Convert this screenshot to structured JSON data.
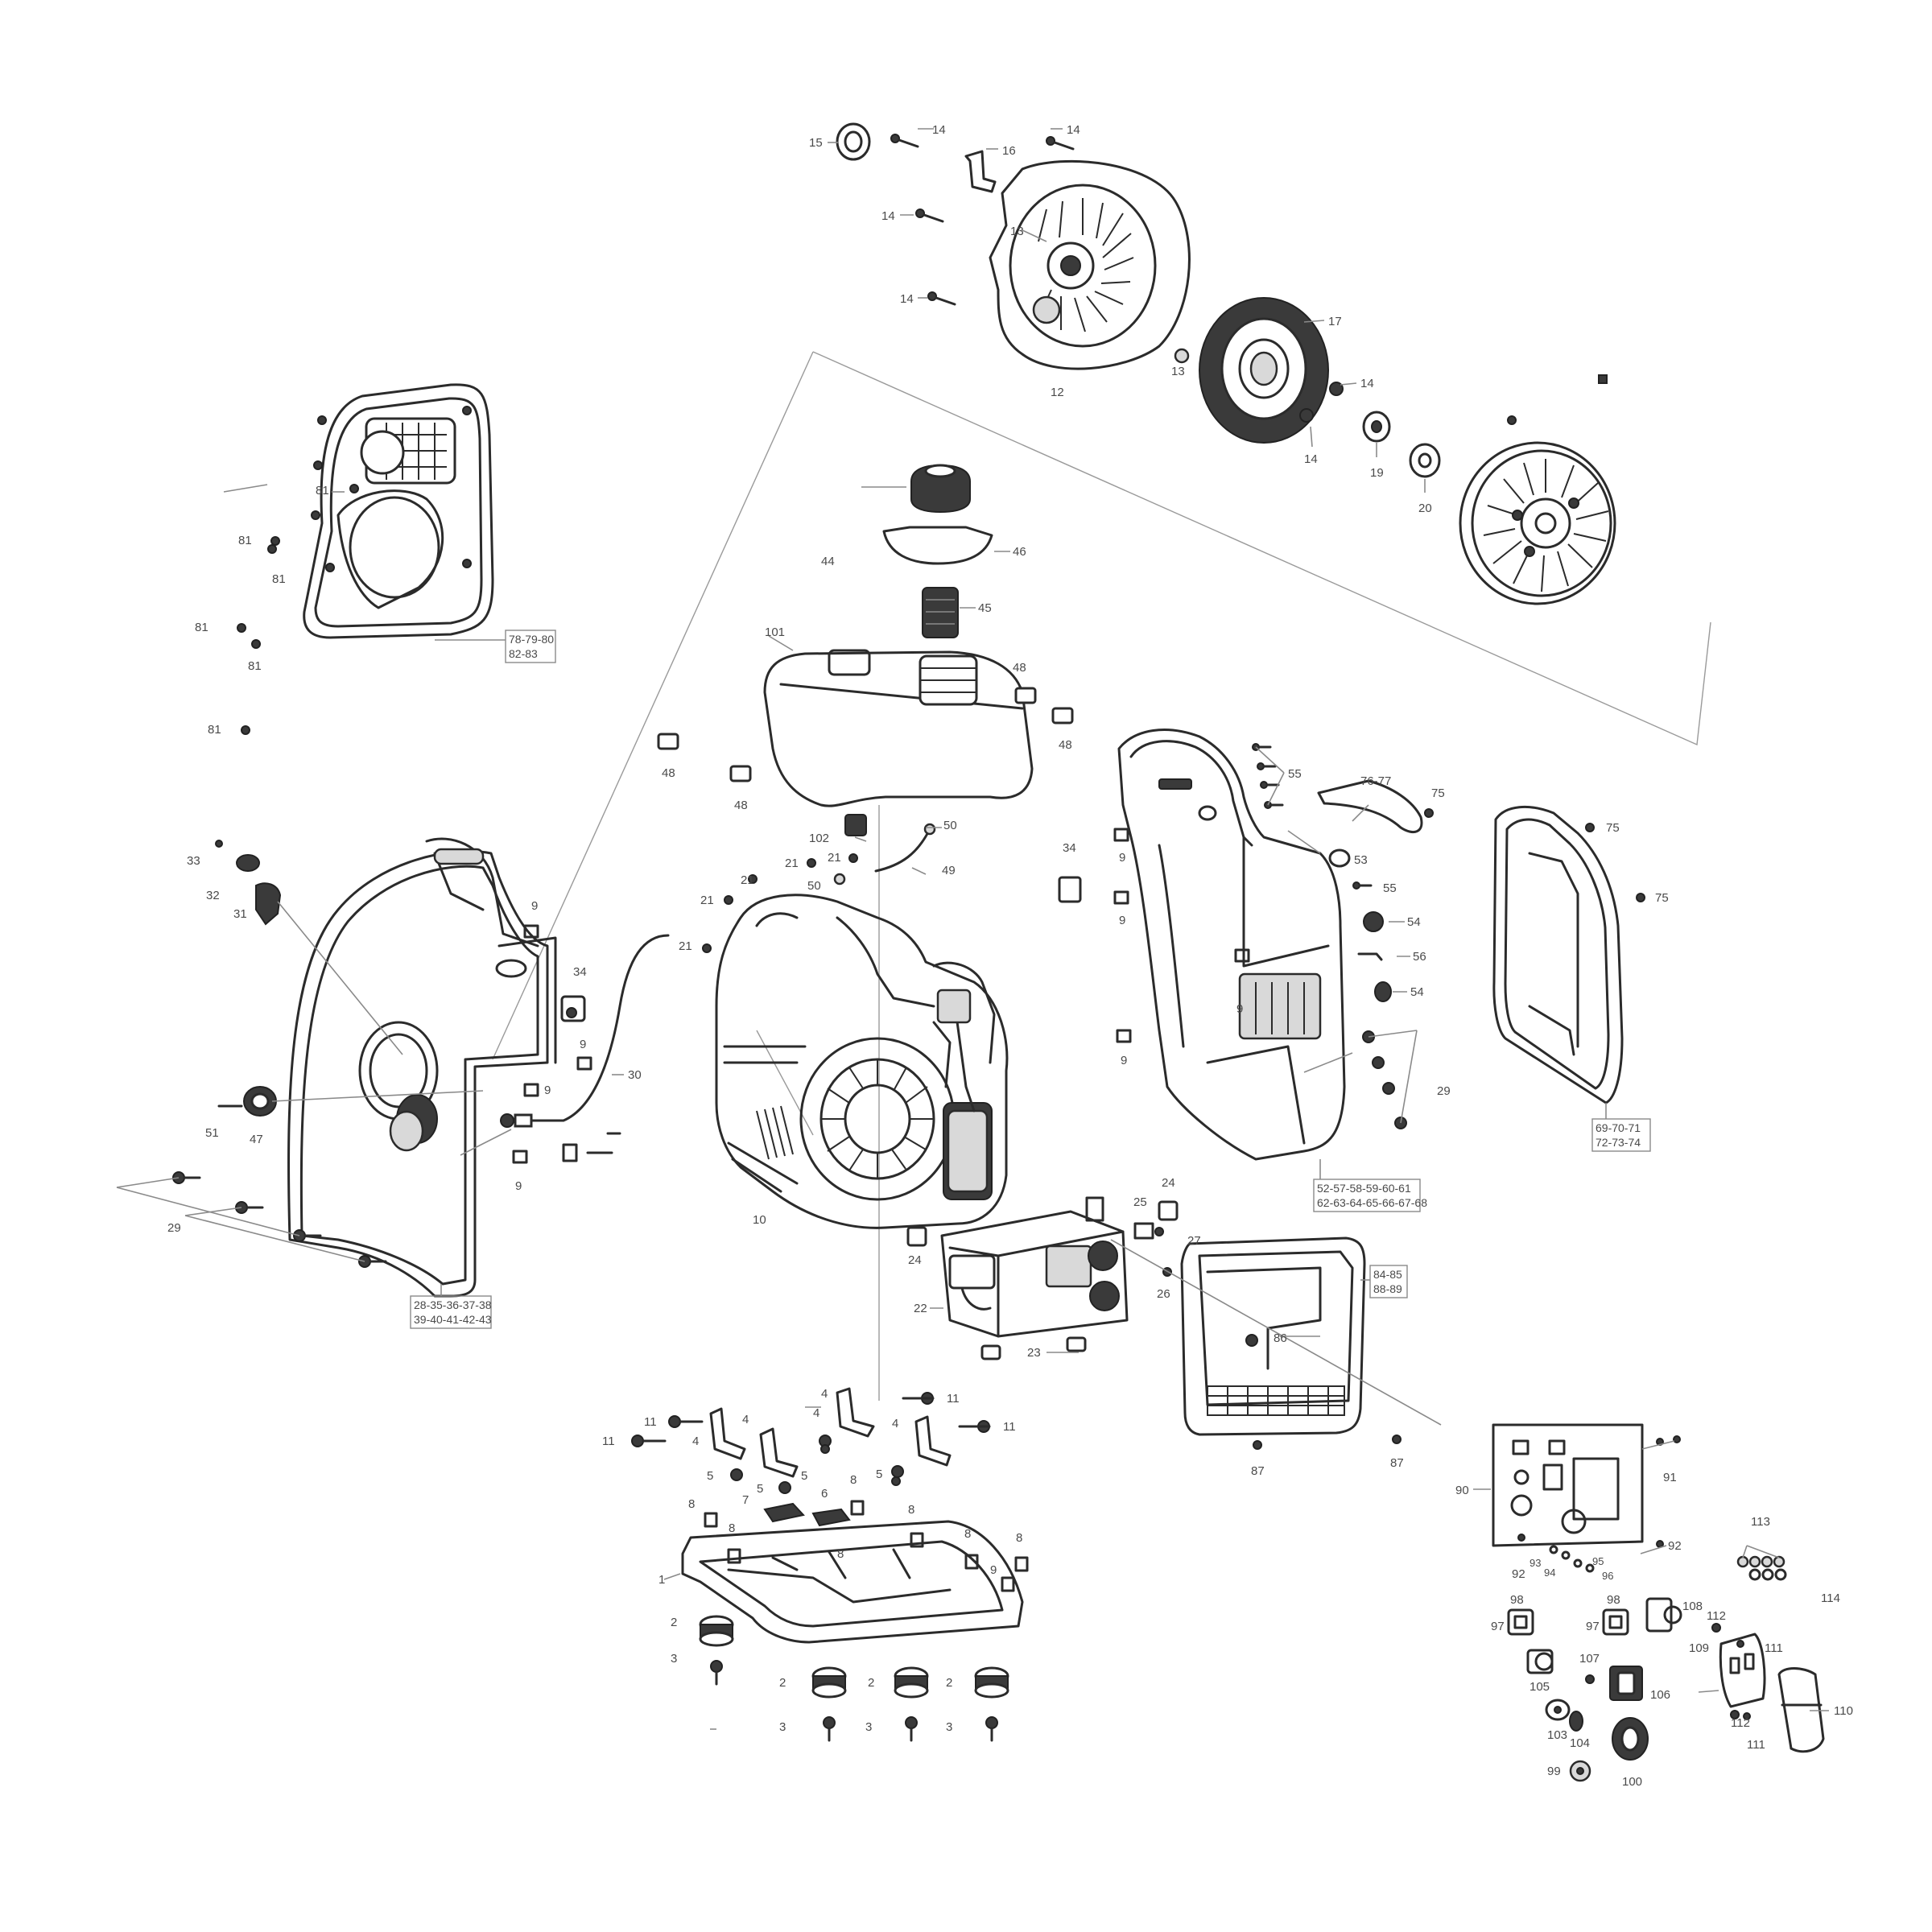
{
  "callouts": {
    "c15": "15",
    "c14a": "14",
    "c14b": "14",
    "c16": "16",
    "c14c": "14",
    "c13": "13",
    "c14d": "14",
    "c17": "17",
    "c13b": "13",
    "c12": "12",
    "c14e": "14",
    "c14f": "14",
    "c19": "19",
    "c20": "20",
    "c81a": "81",
    "c81b": "81",
    "c81c": "81",
    "c81d": "81",
    "c81e": "81",
    "c81f": "81",
    "c44": "44",
    "c46": "46",
    "c45": "45",
    "c101": "101",
    "c48a": "48",
    "c48b": "48",
    "c48c": "48",
    "c48d": "48",
    "c33": "33",
    "c32": "32",
    "c31": "31",
    "c9a": "9",
    "c34a": "34",
    "c9b": "9",
    "c9c": "9",
    "c30": "30",
    "c51": "51",
    "c47": "47",
    "c9d": "9",
    "c29a": "29",
    "c102": "102",
    "c50a": "50",
    "c21a": "21",
    "c21b": "21",
    "c21c": "21",
    "c50b": "50",
    "c49": "49",
    "c21d": "21",
    "c21e": "21",
    "c10": "10",
    "c34b": "34",
    "c9e": "9",
    "c9f": "9",
    "c9g": "9",
    "c9h": "9",
    "c55a": "55",
    "c7677": "76-77",
    "c75a": "75",
    "c53": "53",
    "c55b": "55",
    "c54a": "54",
    "c56": "56",
    "c54b": "54",
    "c29b": "29",
    "c75b": "75",
    "c75c": "75",
    "c24a": "24",
    "c25": "25",
    "c27": "27",
    "c24b": "24",
    "c26": "26",
    "c22": "22",
    "c23": "23",
    "c86": "86",
    "c87a": "87",
    "c87b": "87",
    "c11a": "11",
    "c11b": "11",
    "c11c": "11",
    "c11d": "11",
    "c4a": "4",
    "c4b": "4",
    "c4c": "4",
    "c4d": "4",
    "c4e": "4",
    "c5a": "5",
    "c5b": "5",
    "c5c": "5",
    "c5d": "5",
    "c7": "7",
    "c6": "6",
    "c8a": "8",
    "c8b": "8",
    "c8c": "8",
    "c8d": "8",
    "c8e": "8",
    "c8f": "8",
    "c8g": "8",
    "c9i": "9",
    "c1": "1",
    "c2a": "2",
    "c3a": "3",
    "c2b": "2",
    "c2c": "2",
    "c2d": "2",
    "c3b": "3",
    "c3c": "3",
    "c3d": "3",
    "c90": "90",
    "c91": "91",
    "c92a": "92",
    "c92b": "92",
    "c93": "93",
    "c94": "94",
    "c95": "95",
    "c96": "96",
    "c113": "113",
    "c114": "114",
    "c98a": "98",
    "c97a": "97",
    "c98b": "98",
    "c97b": "97",
    "c108": "108",
    "c112a": "112",
    "c109": "109",
    "c111a": "111",
    "c105": "105",
    "c107": "107",
    "c106": "106",
    "c103": "103",
    "c104": "104",
    "c112b": "112",
    "c111b": "111",
    "c110": "110",
    "c99": "99",
    "c100": "100"
  },
  "boxes": {
    "b1_l1": "78-79-80",
    "b1_l2": "82-83",
    "b2_l1": "28-35-36-37-38",
    "b2_l2": "39-40-41-42-43",
    "b3_l1": "52-57-58-59-60-61",
    "b3_l2": "62-63-64-65-66-67-68",
    "b4_l1": "69-70-71",
    "b4_l2": "72-73-74",
    "b5_l1": "84-85",
    "b5_l2": "88-89"
  }
}
